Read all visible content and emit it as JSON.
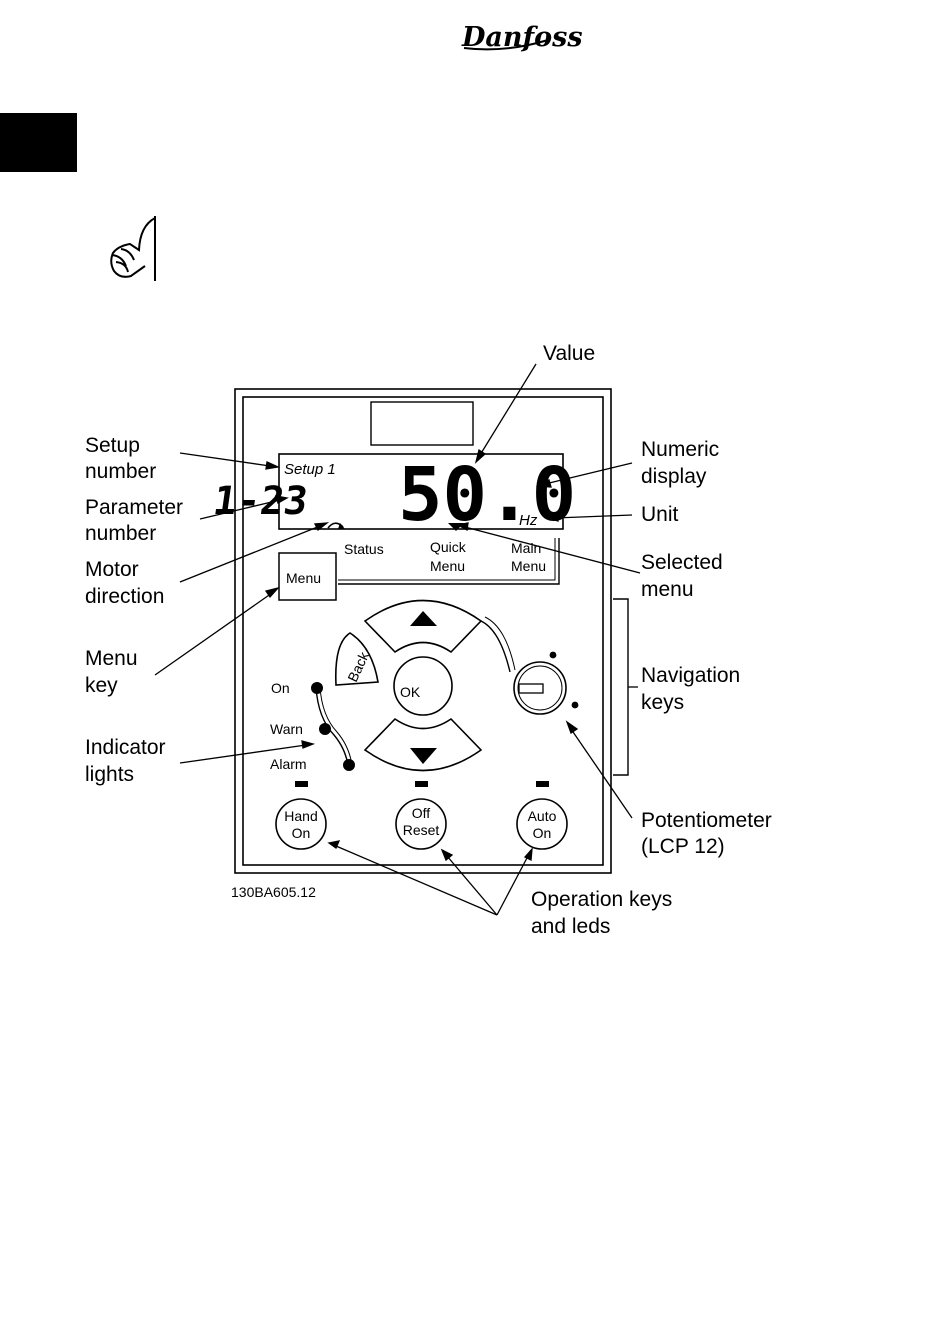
{
  "brand": {
    "logo_text": "Danfoss"
  },
  "display": {
    "setup": "Setup 1",
    "parameter": "1-23",
    "value": "50.0",
    "unit": "Hz"
  },
  "menus": {
    "status": "Status",
    "quick": [
      "Quick",
      "Menu"
    ],
    "main": [
      "Main",
      "Menu"
    ],
    "menu_key": "Menu"
  },
  "keys": {
    "back": "Back",
    "ok": "OK",
    "hand": [
      "Hand",
      "On"
    ],
    "off": [
      "Off",
      "Reset"
    ],
    "auto": [
      "Auto",
      "On"
    ]
  },
  "indicators": [
    "On",
    "Warn",
    "Alarm"
  ],
  "figure_code": "130BA605.12",
  "callouts": {
    "value": [
      "Value"
    ],
    "setup_number": [
      "Setup",
      "number"
    ],
    "parameter_number": [
      "Parameter",
      "number"
    ],
    "motor_direction": [
      "Motor",
      "direction"
    ],
    "menu_key": [
      "Menu",
      "key"
    ],
    "indicator_lights": [
      "Indicator",
      "lights"
    ],
    "numeric_display": [
      "Numeric",
      "display"
    ],
    "unit": [
      "Unit"
    ],
    "selected_menu": [
      "Selected",
      "menu"
    ],
    "navigation_keys": [
      "Navigation",
      "keys"
    ],
    "potentiometer": [
      "Potentiometer",
      "(LCP 12)"
    ],
    "operation_keys": [
      "Operation keys",
      "and leds"
    ]
  }
}
